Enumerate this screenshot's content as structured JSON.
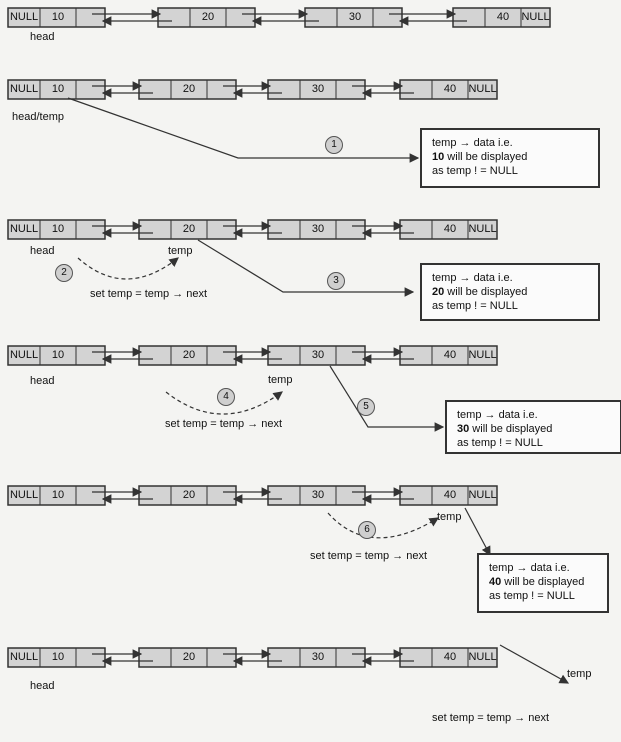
{
  "labels": {
    "null": "NULL",
    "head": "head",
    "head_temp": "head/temp",
    "temp": "temp",
    "set_temp": "set temp = temp → next"
  },
  "values": [
    "10",
    "20",
    "30",
    "40"
  ],
  "steps": [
    "1",
    "2",
    "3",
    "4",
    "5",
    "6"
  ],
  "info_boxes": [
    {
      "line1": "temp → data i.e.",
      "value": "10",
      "suffix": " will be displayed",
      "line3": "as temp ! = NULL"
    },
    {
      "line1": "temp → data i.e.",
      "value": "20",
      "suffix": " will be displayed",
      "line3": "as temp ! = NULL"
    },
    {
      "line1": "temp → data i.e.",
      "value": "30",
      "suffix": " will be displayed",
      "line3": "as temp ! = NULL"
    },
    {
      "line1": "temp → data i.e.",
      "value": "40",
      "suffix": " will be displayed",
      "line3": "as temp ! = NULL"
    }
  ],
  "colors": {
    "node_fill": "#d3d3d3",
    "stroke": "#333333",
    "background": "#f4f4f2"
  }
}
